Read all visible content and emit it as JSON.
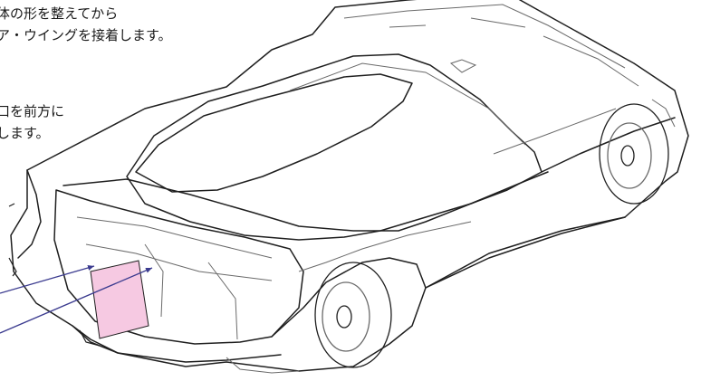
{
  "instructions": {
    "line1a": "体の形を整えてから",
    "line1b": "ア・ウイングを接着します。",
    "line2a": "口を前方に",
    "line2b": "します。"
  },
  "colors": {
    "outline": "#1f1f1f",
    "thin": "#6a6a6a",
    "leader": "#3b3b8f",
    "plate_fill": "#f6c9e2"
  },
  "icons": {
    "car": "car-body-icon",
    "plate": "license-plate-area-icon",
    "arrow": "leader-arrow-icon"
  }
}
